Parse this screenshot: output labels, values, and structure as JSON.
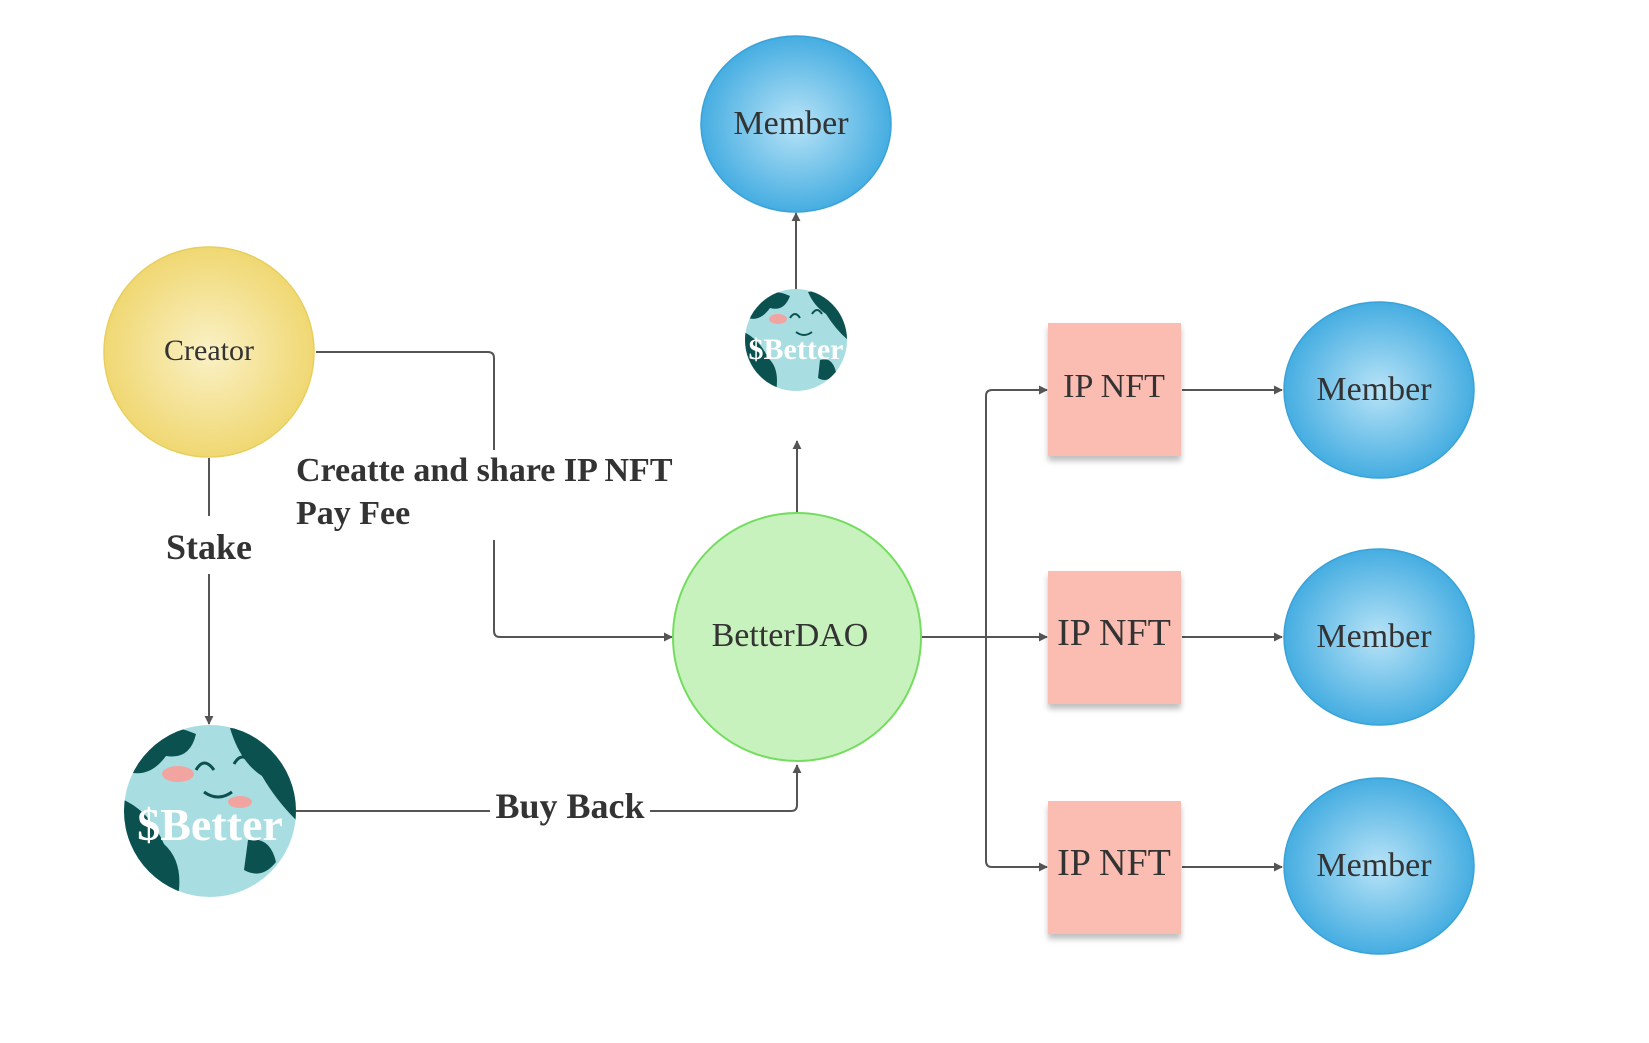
{
  "nodes": {
    "creator": {
      "label": "Creator"
    },
    "betterdao": {
      "label": "BetterDAO"
    },
    "member_top": {
      "label": "Member"
    },
    "member_1": {
      "label": "Member"
    },
    "member_2": {
      "label": "Member"
    },
    "member_3": {
      "label": "Member"
    },
    "nft_1": {
      "label": "IP NFT"
    },
    "nft_2": {
      "label": "IP NFT"
    },
    "nft_3": {
      "label": "IP NFT"
    },
    "token_small": {
      "label": "$Better"
    },
    "token_large": {
      "label": "$Better"
    }
  },
  "edges": {
    "stake": "Stake",
    "create_line1": "Creatte and share IP NFT",
    "create_line2": "Pay Fee",
    "buy_back": "Buy Back"
  },
  "colors": {
    "creator_fill": "#f2dc7a",
    "creator_stroke": "#e8cf5d",
    "member_fill": "#58b9e8",
    "member_stroke": "#3aa2d8",
    "dao_fill": "#c8f2bd",
    "dao_stroke": "#74dd60",
    "nft_fill": "#fbbcb2",
    "globe_ocean": "#a8dde2",
    "globe_land": "#0b5150",
    "line": "#555555"
  }
}
